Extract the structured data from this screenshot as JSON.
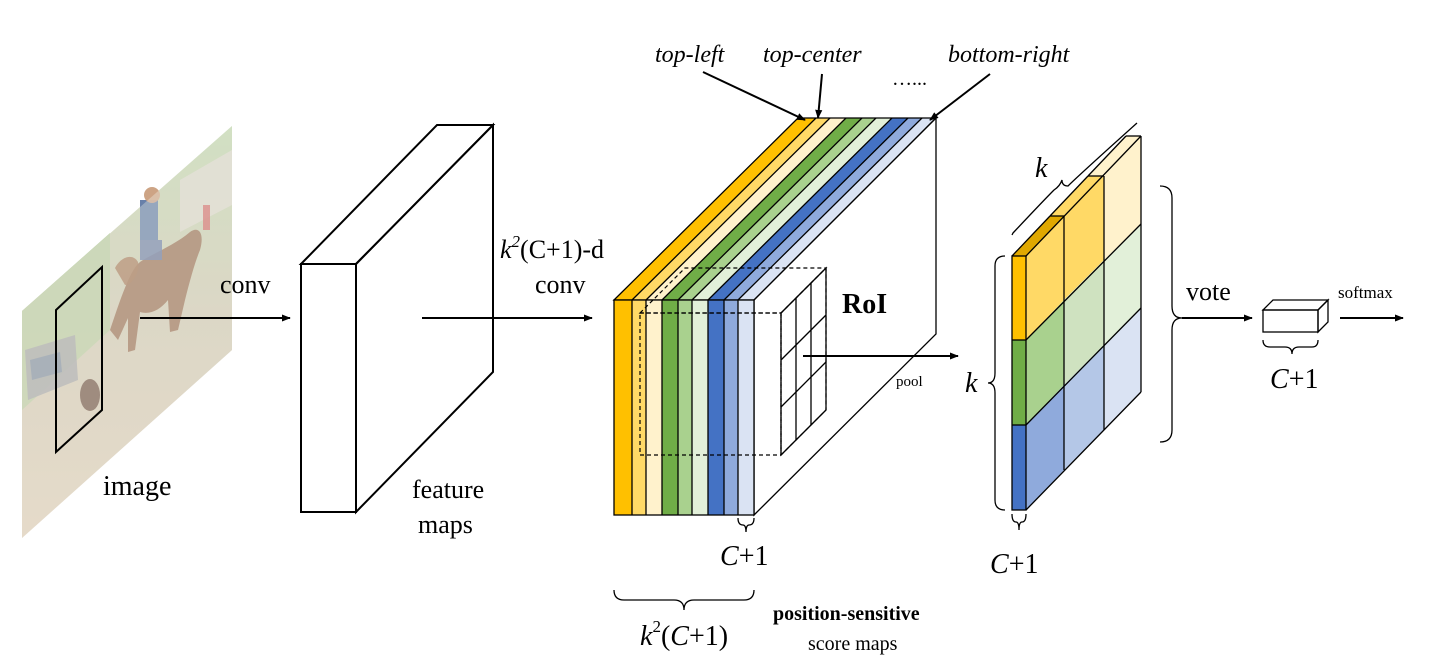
{
  "labels": {
    "image": "image",
    "conv": "conv",
    "feature_maps_line1": "feature",
    "feature_maps_line2": "maps",
    "k2c1d_conv_line2": "conv",
    "top_left": "top-left",
    "top_center": "top-center",
    "dots": "…...",
    "bottom_right": "bottom-right",
    "roi": "RoI",
    "pool": "pool",
    "k_top": "k",
    "k_left": "k",
    "vote": "vote",
    "softmax": "softmax",
    "c_plus_1_vote": "C+1",
    "c_plus_1_stack": "C+1",
    "c_plus_1_grid": "C+1",
    "position_sensitive": "position-sensitive",
    "score_maps": "score maps"
  },
  "formulas": {
    "k2c1d": {
      "k": "k",
      "exp": "2",
      "rest": "(C+1)-d"
    },
    "k2c1": {
      "k": "k",
      "exp": "2",
      "rest": "(C+1)"
    }
  },
  "colors": {
    "orange_dark": "#FFC000",
    "orange_mid": "#FFD966",
    "orange_light": "#FFF2CC",
    "green_dark": "#70AD47",
    "green_mid": "#A9D18E",
    "green_light": "#E2F0D9",
    "blue_dark": "#4472C4",
    "blue_mid": "#8FAADC",
    "blue_light": "#DAE3F3"
  }
}
